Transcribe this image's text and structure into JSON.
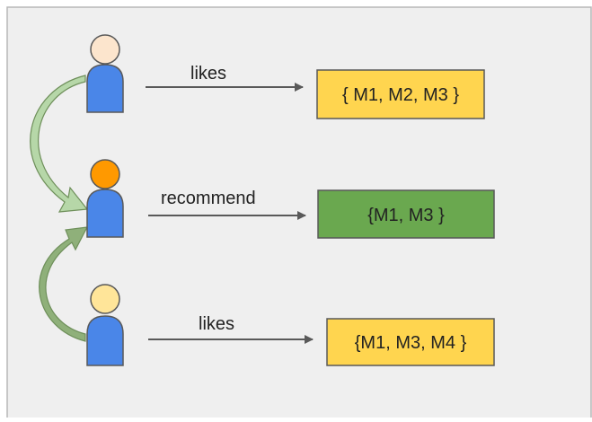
{
  "edges": [
    {
      "id": "top",
      "label": "likes"
    },
    {
      "id": "middle",
      "label": "recommend"
    },
    {
      "id": "bottom",
      "label": "likes"
    }
  ],
  "sets": [
    {
      "id": "top",
      "text": "{ M1, M2, M3 }",
      "color": "#ffd54f"
    },
    {
      "id": "middle",
      "text": "{M1, M3 }",
      "color": "#6aa84f"
    },
    {
      "id": "bottom",
      "text": "{M1, M3, M4 }",
      "color": "#ffd54f"
    }
  ],
  "users": [
    {
      "id": "top",
      "head_color": "#fce5cd",
      "body_color": "#4a86e8"
    },
    {
      "id": "middle",
      "head_color": "#ff9900",
      "body_color": "#4a86e8"
    },
    {
      "id": "bottom",
      "head_color": "#ffe599",
      "body_color": "#4a86e8"
    }
  ],
  "colors": {
    "background": "#efefef",
    "border": "#b7b7b7",
    "arrow": "#595959",
    "curve_light": "#b6d7a8",
    "curve_dark": "#6e8f5a"
  },
  "icons": [
    "user-icon",
    "curved-arrow-icon",
    "arrow-right-icon"
  ]
}
